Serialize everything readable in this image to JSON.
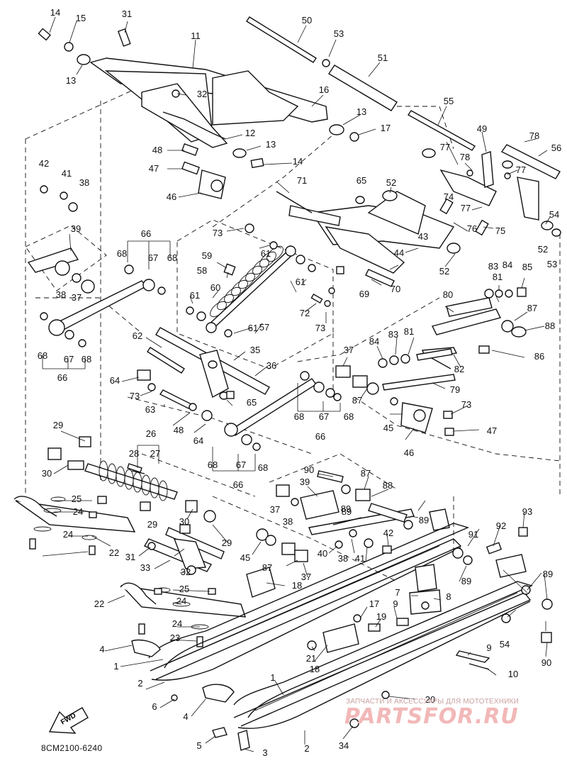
{
  "diagram": {
    "code": "8CM2100-6240",
    "fwd_arrow_text": "FWD",
    "watermark": {
      "caption": "ЗАПЧАСТИ И АКСЕССУАРЫ ДЛЯ МОТОТЕХНИКИ",
      "logo_text": "PARTSFOR.RU"
    },
    "callouts": [
      "14",
      "15",
      "13",
      "31",
      "50",
      "53",
      "51",
      "11",
      "32",
      "16",
      "13",
      "17",
      "12",
      "13",
      "14",
      "55",
      "49",
      "78",
      "56",
      "48",
      "47",
      "46",
      "42",
      "41",
      "38",
      "39",
      "38",
      "37",
      "65",
      "52",
      "71",
      "77",
      "78",
      "77",
      "74",
      "77",
      "76",
      "75",
      "54",
      "52",
      "53",
      "43",
      "44",
      "52",
      "70",
      "69",
      "66",
      "68",
      "67",
      "68",
      "73",
      "61",
      "59",
      "58",
      "60",
      "61",
      "61",
      "72",
      "73",
      "57",
      "61",
      "68",
      "67",
      "68",
      "66",
      "35",
      "62",
      "36",
      "81",
      "83",
      "84",
      "85",
      "80",
      "87",
      "88",
      "83",
      "81",
      "84",
      "86",
      "82",
      "37",
      "87",
      "79",
      "64",
      "73",
      "65",
      "63",
      "48",
      "73",
      "64",
      "45",
      "47",
      "46",
      "68",
      "67",
      "68",
      "66",
      "68",
      "67",
      "68",
      "66",
      "29",
      "26",
      "28",
      "27",
      "30",
      "90",
      "87",
      "88",
      "39",
      "25",
      "24",
      "37",
      "38",
      "89",
      "89",
      "93",
      "24",
      "22",
      "29",
      "30",
      "29",
      "42",
      "91",
      "92",
      "31",
      "33",
      "32",
      "45",
      "40",
      "38",
      "41",
      "87",
      "37",
      "89",
      "18",
      "25",
      "24",
      "22",
      "7",
      "8",
      "89",
      "17",
      "19",
      "9",
      "24",
      "23",
      "21",
      "54",
      "89",
      "4",
      "1",
      "18",
      "9",
      "2",
      "10",
      "90",
      "20",
      "6",
      "4",
      "1",
      "5",
      "34",
      "3",
      "2"
    ]
  }
}
